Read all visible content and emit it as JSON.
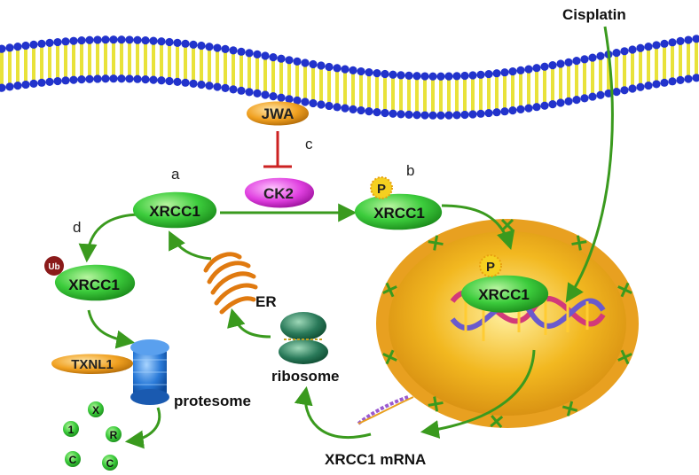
{
  "labels": {
    "cisplatin": "Cisplatin",
    "jwa": "JWA",
    "ck2": "CK2",
    "xrcc1": "XRCC1",
    "phospho": "P",
    "ub": "Ub",
    "txnl1": "TXNL1",
    "protesome": "protesome",
    "er": "ER",
    "ribosome": "ribosome",
    "mrna": "XRCC1 mRNA",
    "step_a": "a",
    "step_b": "b",
    "step_c": "c",
    "step_d": "d",
    "frag_x": "X",
    "frag_1": "1",
    "frag_r": "R",
    "frag_c1": "C",
    "frag_c2": "C"
  },
  "colors": {
    "membrane_head": "#2233cc",
    "membrane_tail": "#e8e23a",
    "arrow": "#3a9a1e",
    "inhibit": "#cc2222",
    "xrcc1_fill": "#34c234",
    "jwa_fill": "#f0a020",
    "ck2_fill": "#e040e0",
    "nucleus_outer": "#e8a020",
    "nucleus_inner": "#f0b818",
    "ub_fill": "#8a1a1a",
    "p_fill": "#f5d020",
    "proteasome": "#2a7ad8",
    "er": "#e07a10",
    "ribosome": "#2a7a5a"
  }
}
